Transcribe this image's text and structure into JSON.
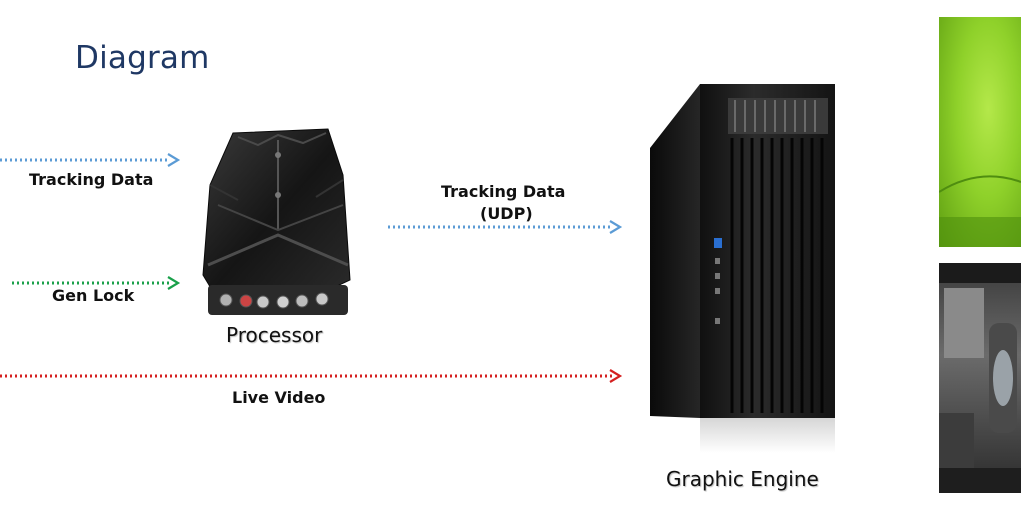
{
  "title": "Diagram",
  "labels": {
    "tracking_data": "Tracking Data",
    "gen_lock": "Gen Lock",
    "tracking_udp_line1": "Tracking Data",
    "tracking_udp_line2": "(UDP)",
    "live_video": "Live Video"
  },
  "devices": {
    "processor": "Processor",
    "graphic_engine": "Graphic Engine"
  },
  "colors": {
    "title": "#1f3864",
    "tracking_arrow": "#5b9bd5",
    "genlock_arrow": "#1aa04a",
    "video_arrow": "#d42020"
  }
}
